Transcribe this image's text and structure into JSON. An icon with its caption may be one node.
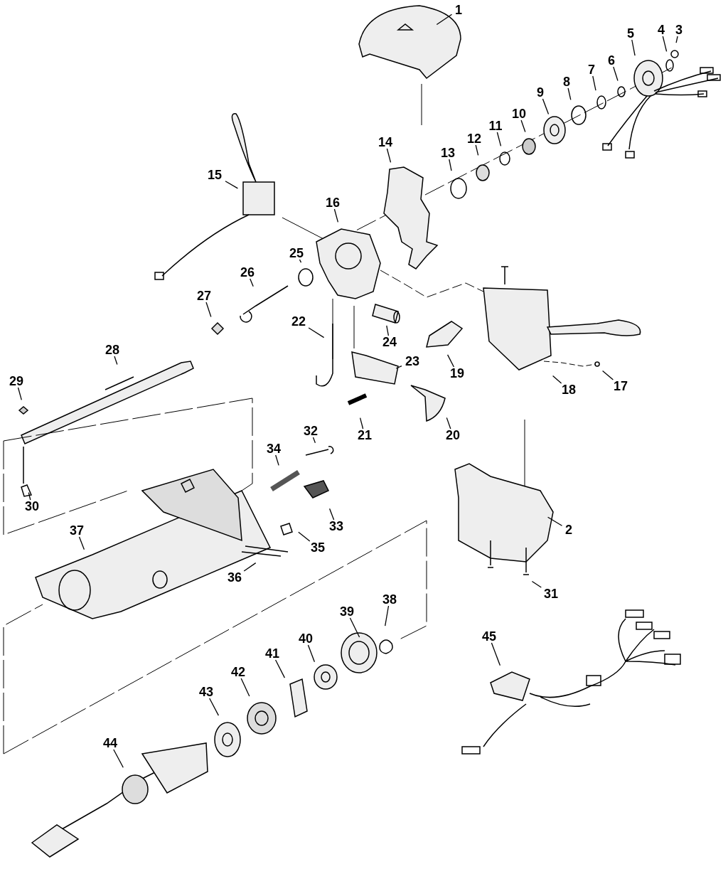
{
  "diagram": {
    "nodes": [
      {
        "text": [
          "1"
        ]
      },
      {
        "text": [
          "2"
        ]
      },
      {
        "text": [
          "3"
        ]
      },
      {
        "text": [
          "4"
        ]
      },
      {
        "text": [
          "5"
        ]
      },
      {
        "text": [
          "6"
        ]
      },
      {
        "text": [
          "7"
        ]
      },
      {
        "text": [
          "8"
        ]
      },
      {
        "text": [
          "9"
        ]
      },
      {
        "text": [
          "10"
        ]
      },
      {
        "text": [
          "11"
        ]
      },
      {
        "text": [
          "12"
        ]
      },
      {
        "text": [
          "13"
        ]
      },
      {
        "text": [
          "14"
        ]
      },
      {
        "text": [
          "15"
        ]
      },
      {
        "text": [
          "16"
        ]
      },
      {
        "text": [
          "17"
        ]
      },
      {
        "text": [
          "18"
        ]
      },
      {
        "text": [
          "19"
        ]
      },
      {
        "text": [
          "20"
        ]
      },
      {
        "text": [
          "21"
        ]
      },
      {
        "text": [
          "22"
        ]
      },
      {
        "text": [
          "23"
        ]
      },
      {
        "text": [
          "24"
        ]
      },
      {
        "text": [
          "25"
        ]
      },
      {
        "text": [
          "26"
        ]
      },
      {
        "text": [
          "27"
        ]
      },
      {
        "text": [
          "28"
        ]
      },
      {
        "text": [
          "29"
        ]
      },
      {
        "text": [
          "30"
        ]
      },
      {
        "text": [
          "31"
        ]
      },
      {
        "text": [
          "32"
        ]
      },
      {
        "text": [
          "33"
        ]
      },
      {
        "text": [
          "34"
        ]
      },
      {
        "text": [
          "35"
        ]
      },
      {
        "text": [
          "36"
        ]
      },
      {
        "text": [
          "37"
        ]
      },
      {
        "text": [
          "38"
        ]
      },
      {
        "text": [
          "39"
        ]
      },
      {
        "text": [
          "40"
        ]
      },
      {
        "text": [
          "41"
        ]
      },
      {
        "text": [
          "42"
        ]
      },
      {
        "text": [
          "43"
        ]
      },
      {
        "text": [
          "44"
        ]
      },
      {
        "text": [
          "45"
        ]
      }
    ],
    "edges": [
      {
        "from": 0,
        "to": null,
        "arrow": "none"
      },
      {
        "from": 1,
        "to": null,
        "arrow": "none"
      },
      {
        "from": 2,
        "to": null,
        "arrow": "none"
      },
      {
        "from": 3,
        "to": null,
        "arrow": "none"
      },
      {
        "from": 4,
        "to": null,
        "arrow": "none"
      },
      {
        "from": 5,
        "to": null,
        "arrow": "none"
      },
      {
        "from": 6,
        "to": null,
        "arrow": "none"
      },
      {
        "from": 7,
        "to": null,
        "arrow": "none"
      },
      {
        "from": 8,
        "to": null,
        "arrow": "none"
      },
      {
        "from": 9,
        "to": null,
        "arrow": "none"
      },
      {
        "from": 10,
        "to": null,
        "arrow": "none"
      },
      {
        "from": 11,
        "to": null,
        "arrow": "none"
      },
      {
        "from": 12,
        "to": null,
        "arrow": "none"
      },
      {
        "from": 13,
        "to": null,
        "arrow": "none"
      },
      {
        "from": 14,
        "to": null,
        "arrow": "none"
      },
      {
        "from": 15,
        "to": null,
        "arrow": "none"
      },
      {
        "from": 16,
        "to": null,
        "arrow": "none"
      },
      {
        "from": 17,
        "to": null,
        "arrow": "none"
      },
      {
        "from": 18,
        "to": null,
        "arrow": "none"
      },
      {
        "from": 19,
        "to": null,
        "arrow": "none"
      },
      {
        "from": 20,
        "to": null,
        "arrow": "none"
      },
      {
        "from": 21,
        "to": null,
        "arrow": "none"
      },
      {
        "from": 22,
        "to": null,
        "arrow": "none"
      },
      {
        "from": 23,
        "to": null,
        "arrow": "none"
      },
      {
        "from": 24,
        "to": null,
        "arrow": "none"
      },
      {
        "from": 25,
        "to": null,
        "arrow": "none"
      },
      {
        "from": 26,
        "to": null,
        "arrow": "none"
      },
      {
        "from": 27,
        "to": null,
        "arrow": "none"
      },
      {
        "from": 28,
        "to": null,
        "arrow": "none"
      },
      {
        "from": 29,
        "to": null,
        "arrow": "none"
      },
      {
        "from": 30,
        "to": null,
        "arrow": "none"
      },
      {
        "from": 31,
        "to": null,
        "arrow": "none"
      },
      {
        "from": 32,
        "to": null,
        "arrow": "none"
      },
      {
        "from": 33,
        "to": null,
        "arrow": "none"
      },
      {
        "from": 34,
        "to": null,
        "arrow": "none"
      },
      {
        "from": 35,
        "to": null,
        "arrow": "none"
      },
      {
        "from": 36,
        "to": null,
        "arrow": "none"
      },
      {
        "from": 37,
        "to": null,
        "arrow": "none"
      },
      {
        "from": 38,
        "to": null,
        "arrow": "none"
      },
      {
        "from": 39,
        "to": null,
        "arrow": "none"
      },
      {
        "from": 40,
        "to": null,
        "arrow": "none"
      },
      {
        "from": 41,
        "to": null,
        "arrow": "none"
      },
      {
        "from": 42,
        "to": null,
        "arrow": "none"
      },
      {
        "from": 43,
        "to": null,
        "arrow": "none"
      },
      {
        "from": 44,
        "to": null,
        "arrow": "none"
      }
    ]
  }
}
